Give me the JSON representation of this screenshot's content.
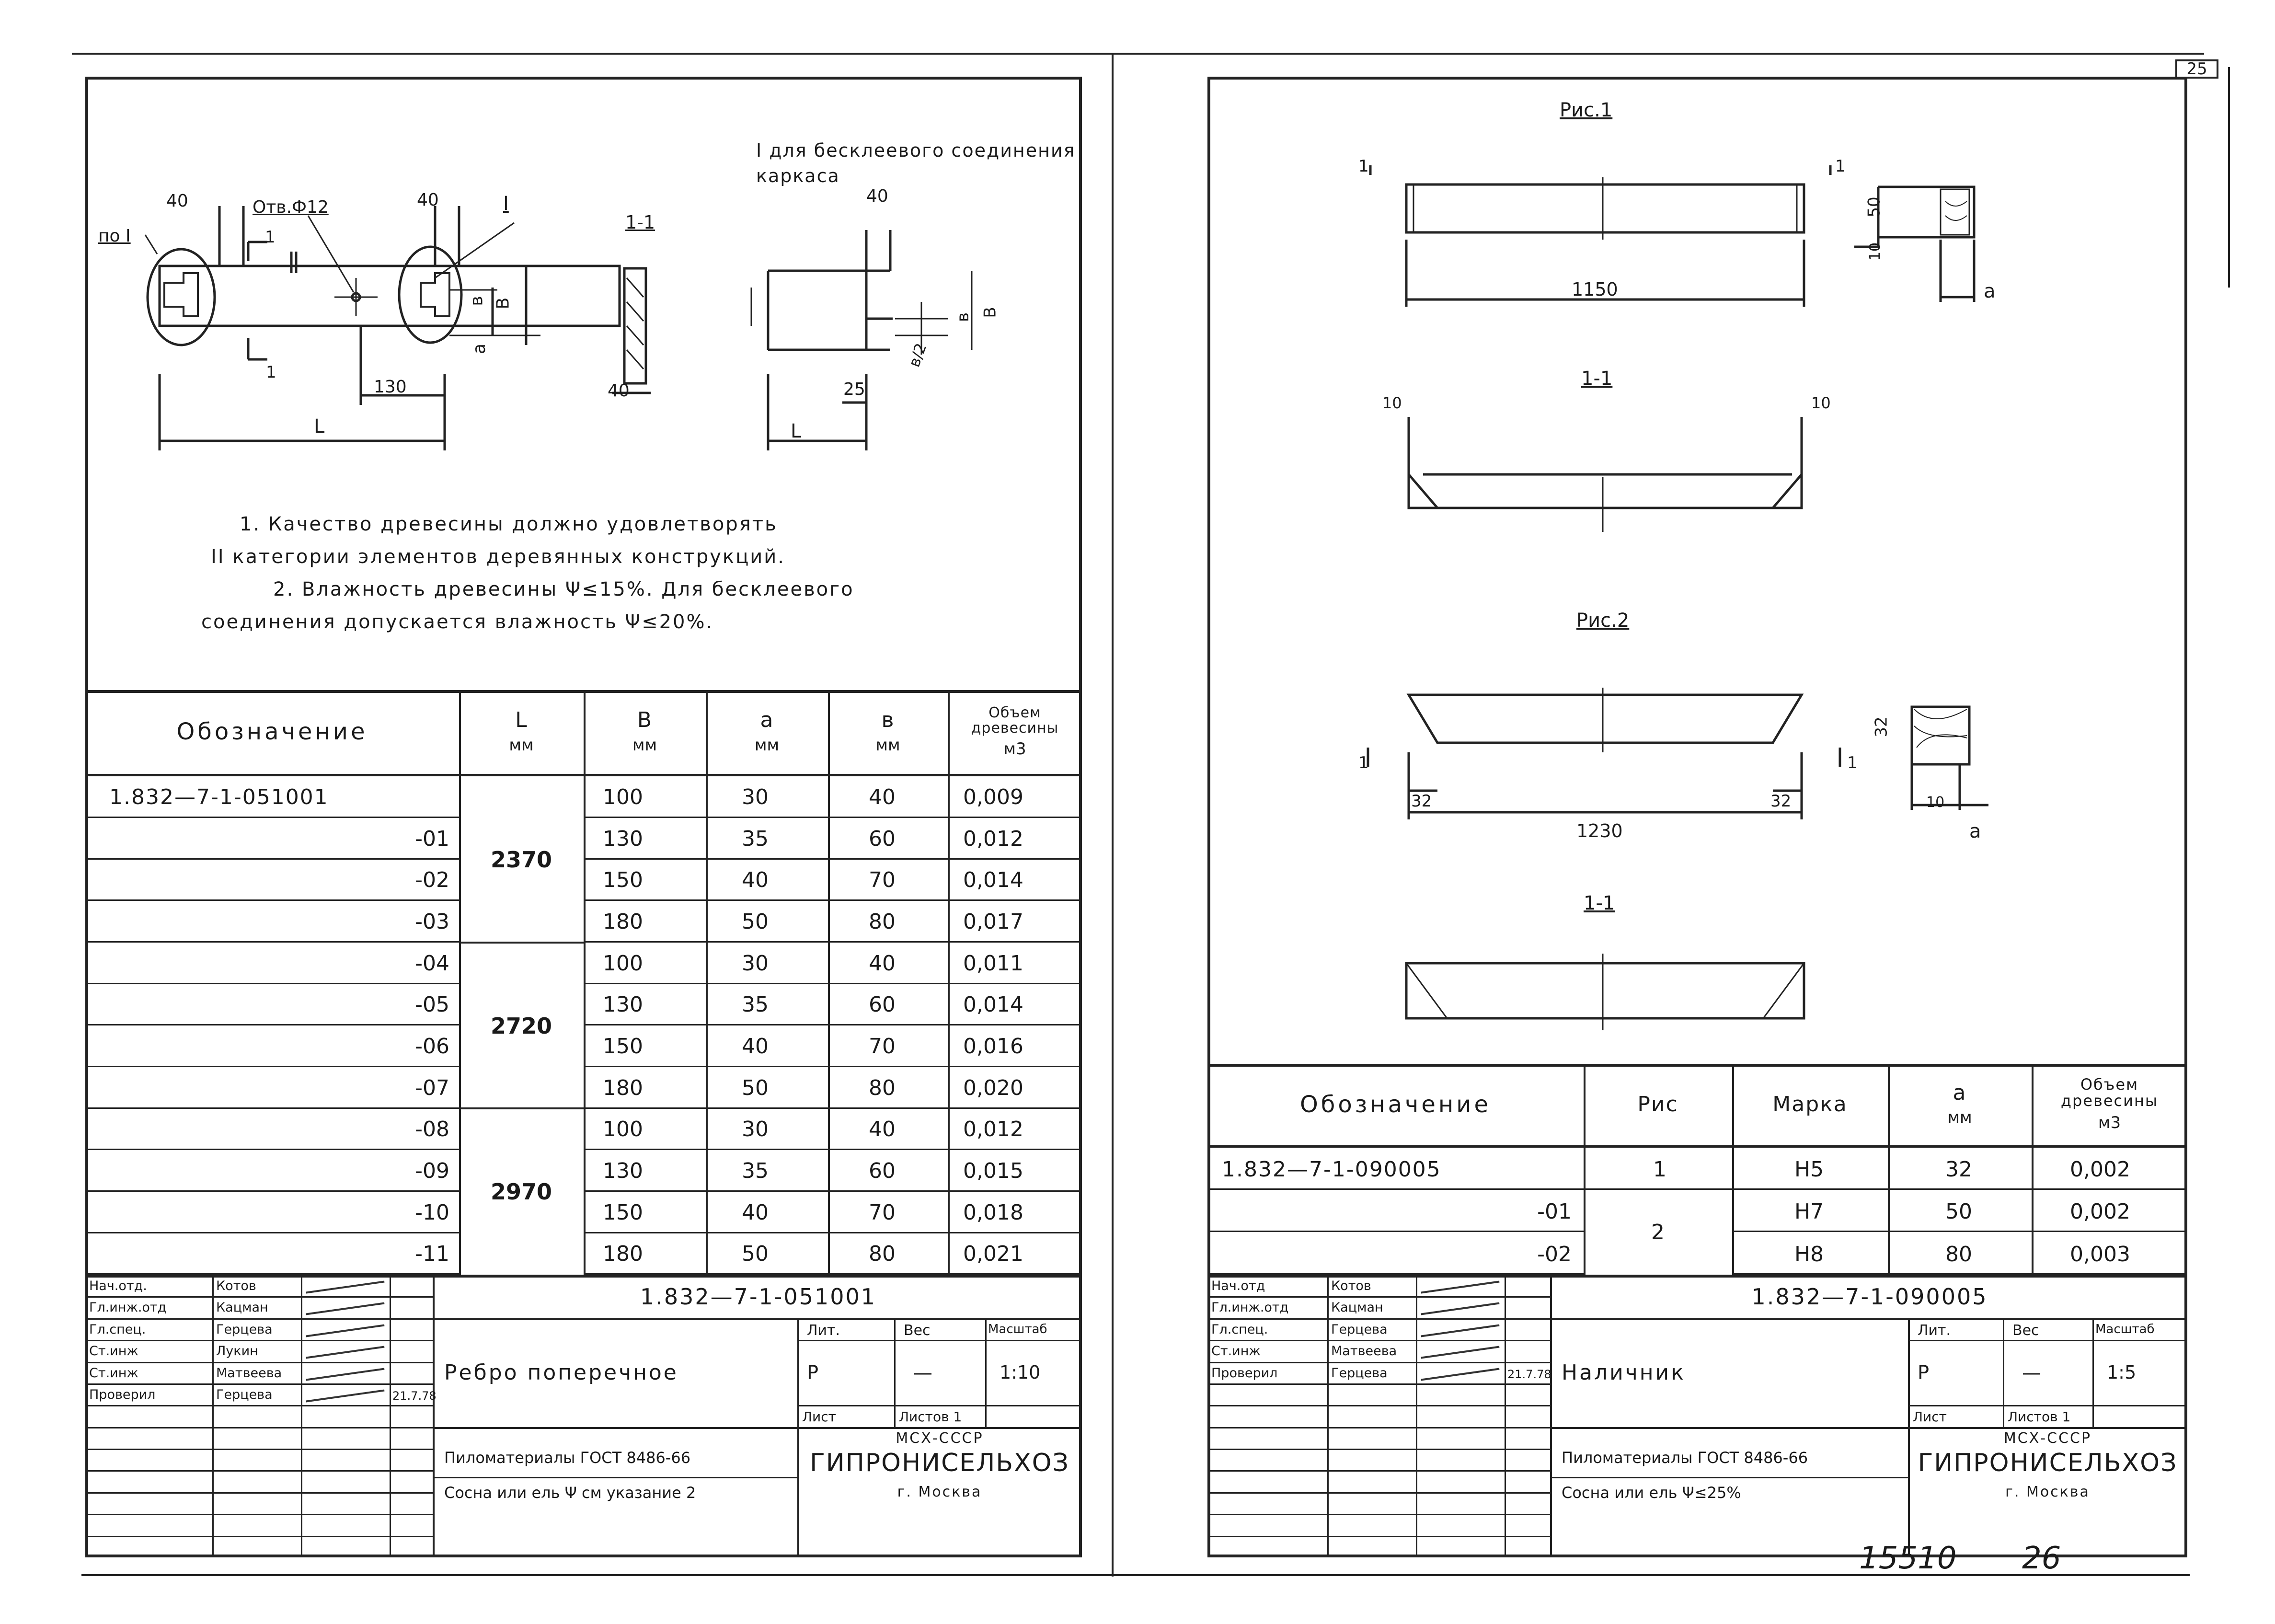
{
  "corner": {
    "sheet_small": "25",
    "archive_no": "15510",
    "page_no": "26"
  },
  "left": {
    "drawing": {
      "note_title": "I для бесклеевого соединения каркаса",
      "labels": {
        "dim40a": "40",
        "hole": "Отв.Ф12",
        "dim40b": "40",
        "detailI": "I",
        "poI": "по I",
        "sec1a": "1",
        "sec1b": "1",
        "dim130": "130",
        "L1": "L",
        "b": "в",
        "B": "B",
        "a": "а",
        "sec_title": "1-1",
        "dim40c": "40",
        "dim40d": "40",
        "dim25": "25",
        "L2": "L",
        "b2": "в",
        "B2": "В",
        "bhalf": "в/2"
      }
    },
    "notes": [
      "1. Качество древесины должно удовлетворять",
      "II категории элементов деревянных конструкций.",
      "2. Влажность древесины Ψ≤15%. Для бесклеевого",
      "соединения допускается влажность Ψ≤20%."
    ],
    "table": {
      "headers": [
        {
          "main": "Обозначение",
          "unit": ""
        },
        {
          "main": "L",
          "unit": "мм"
        },
        {
          "main": "В",
          "unit": "мм"
        },
        {
          "main": "а",
          "unit": "мм"
        },
        {
          "main": "в",
          "unit": "мм"
        },
        {
          "main": "Объем древесины",
          "unit": "м3"
        }
      ],
      "rows": [
        {
          "code": "1.832—7-1-051001",
          "B": "100",
          "a": "30",
          "b": "40",
          "vol": "0,009"
        },
        {
          "code": "-01",
          "B": "130",
          "a": "35",
          "b": "60",
          "vol": "0,012"
        },
        {
          "code": "-02",
          "B": "150",
          "a": "40",
          "b": "70",
          "vol": "0,014"
        },
        {
          "code": "-03",
          "B": "180",
          "a": "50",
          "b": "80",
          "vol": "0,017"
        },
        {
          "code": "-04",
          "B": "100",
          "a": "30",
          "b": "40",
          "vol": "0,011"
        },
        {
          "code": "-05",
          "B": "130",
          "a": "35",
          "b": "60",
          "vol": "0,014"
        },
        {
          "code": "-06",
          "B": "150",
          "a": "40",
          "b": "70",
          "vol": "0,016"
        },
        {
          "code": "-07",
          "B": "180",
          "a": "50",
          "b": "80",
          "vol": "0,020"
        },
        {
          "code": "-08",
          "B": "100",
          "a": "30",
          "b": "40",
          "vol": "0,012"
        },
        {
          "code": "-09",
          "B": "130",
          "a": "35",
          "b": "60",
          "vol": "0,015"
        },
        {
          "code": "-10",
          "B": "150",
          "a": "40",
          "b": "70",
          "vol": "0,018"
        },
        {
          "code": "-11",
          "B": "180",
          "a": "50",
          "b": "80",
          "vol": "0,021"
        }
      ],
      "L_groups": [
        "2370",
        "2720",
        "2970"
      ]
    },
    "stamp": {
      "people": [
        {
          "role": "Нач.отд.",
          "name": "Котов"
        },
        {
          "role": "Гл.инж.отд",
          "name": "Кацман"
        },
        {
          "role": "Гл.спец.",
          "name": "Герцева"
        },
        {
          "role": "Ст.инж",
          "name": "Лукин"
        },
        {
          "role": "Ст.инж",
          "name": "Матвеева"
        },
        {
          "role": "Проверил",
          "name": "Герцева"
        }
      ],
      "date": "21.7.78",
      "code": "1.832—7-1-051001",
      "title": "Ребро поперечное",
      "lit_h": "Лит.",
      "ves_h": "Вес",
      "scale_h": "Масштаб",
      "lit": "Р",
      "ves": "—",
      "scale": "1:10",
      "sheet": "Лист",
      "sheets": "Листов 1",
      "material1": "Пиломатериалы ГОСТ 8486-66",
      "material2": "Сосна или ель Ψ см указание 2",
      "org1": "МСХ-СССР",
      "org2": "ГИПРОНИСЕЛЬХОЗ",
      "org3": "г. Москва"
    }
  },
  "right": {
    "drawing": {
      "fig1": "Рис.1",
      "fig2": "Рис.2",
      "sec1": "1-1",
      "sec2": "1-1",
      "d1150": "1150",
      "d1230": "1230",
      "d50": "50",
      "d10a": "10",
      "a1": "а",
      "d10b": "10",
      "d10c": "10",
      "d32a": "32",
      "d32b": "32",
      "d32c": "32",
      "d10d": "10",
      "a2": "а",
      "s1a": "1",
      "s1b": "1",
      "s2a": "1",
      "s2b": "1"
    },
    "table": {
      "headers": [
        {
          "main": "Обозначение",
          "unit": ""
        },
        {
          "main": "Рис",
          "unit": ""
        },
        {
          "main": "Марка",
          "unit": ""
        },
        {
          "main": "а",
          "unit": "мм"
        },
        {
          "main": "Объем древесины",
          "unit": "м3"
        }
      ],
      "rows": [
        {
          "code": "1.832—7-1-090005",
          "fig": "1",
          "mark": "Н5",
          "a": "32",
          "vol": "0,002"
        },
        {
          "code": "-01",
          "fig": "2",
          "mark": "Н7",
          "a": "50",
          "vol": "0,002"
        },
        {
          "code": "-02",
          "fig": "",
          "mark": "Н8",
          "a": "80",
          "vol": "0,003"
        }
      ]
    },
    "stamp": {
      "people": [
        {
          "role": "Нач.отд",
          "name": "Котов"
        },
        {
          "role": "Гл.инж.отд",
          "name": "Кацман"
        },
        {
          "role": "Гл.спец.",
          "name": "Герцева"
        },
        {
          "role": "Ст.инж",
          "name": "Матвеева"
        },
        {
          "role": "Проверил",
          "name": "Герцева"
        }
      ],
      "date": "21.7.78",
      "code": "1.832—7-1-090005",
      "title": "Наличник",
      "lit_h": "Лит.",
      "ves_h": "Вес",
      "scale_h": "Масштаб",
      "lit": "Р",
      "ves": "—",
      "scale": "1:5",
      "sheet": "Лист",
      "sheets": "Листов 1",
      "material1": "Пиломатериалы ГОСТ 8486-66",
      "material2": "Сосна или ель Ψ≤25%",
      "org1": "МСХ-СССР",
      "org2": "ГИПРОНИСЕЛЬХОЗ",
      "org3": "г. Москва"
    }
  }
}
